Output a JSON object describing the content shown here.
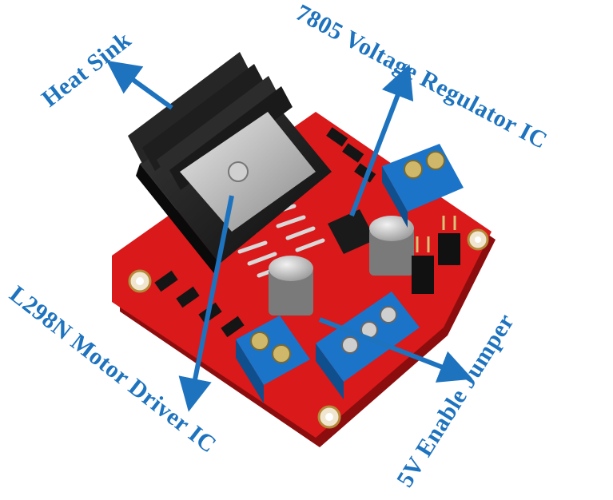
{
  "labels": {
    "heat_sink": "Heat Sink",
    "regulator": "7805 Voltage Regulator IC",
    "driver": "L298N Motor Driver IC",
    "jumper": "5V Enable Jumper"
  },
  "colors": {
    "label_blue": "#1e73be",
    "board_red": "#d9191a",
    "terminal_blue": "#1c74c9",
    "heatsink_black": "#1b1b1b"
  }
}
